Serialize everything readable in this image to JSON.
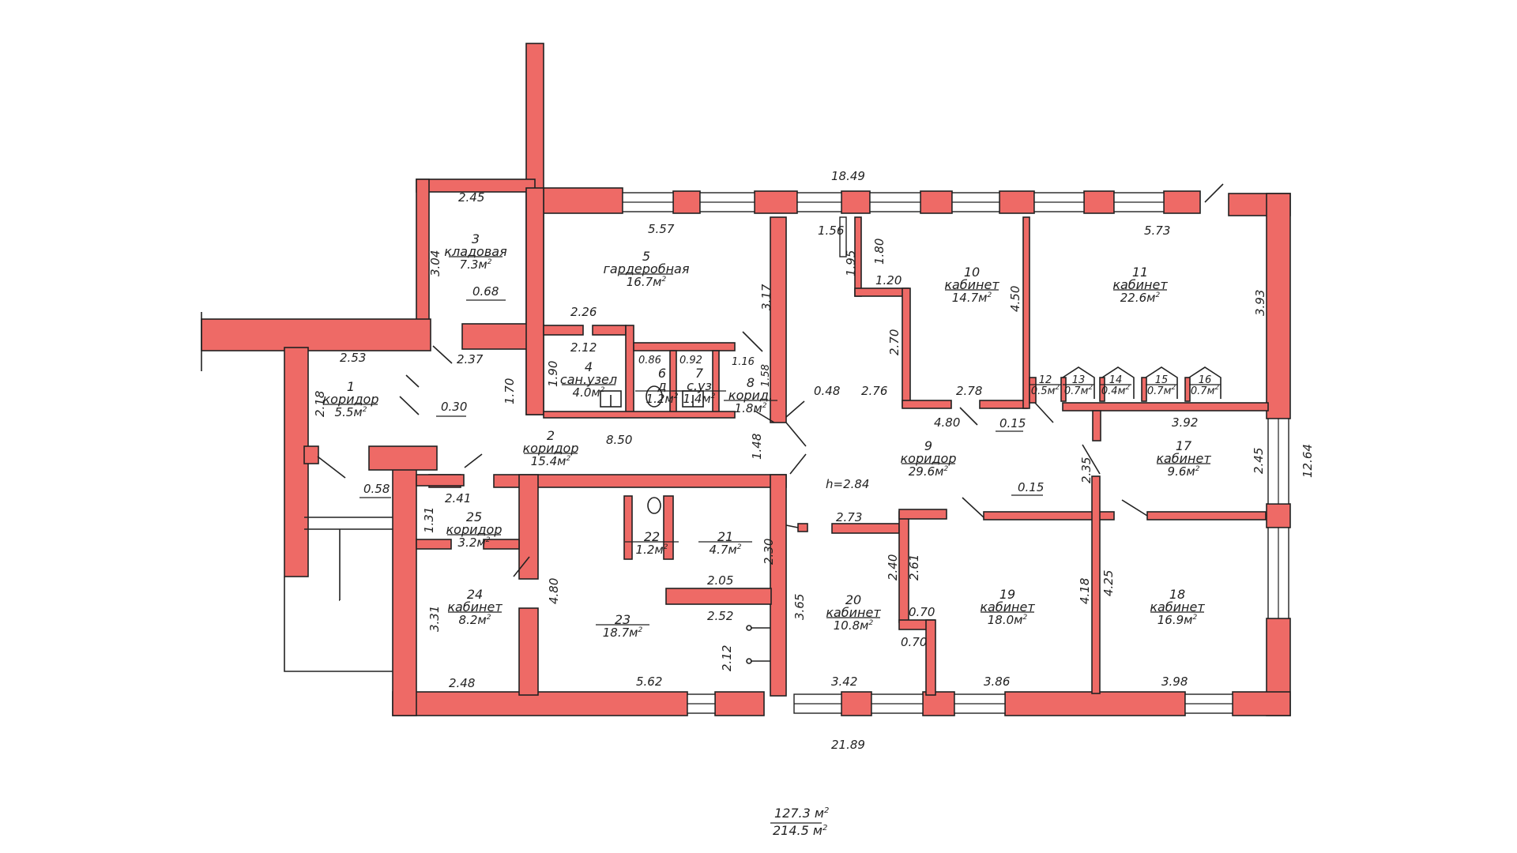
{
  "plan": {
    "dims": {
      "top_total": "18.49",
      "bottom_total": "21.89",
      "right_total": "12.64",
      "d_2_45": "2.45",
      "d_3_04": "3.04",
      "d_0_68": "0.68",
      "d_2_53": "2.53",
      "d_2_37": "2.37",
      "d_2_18": "2.18",
      "d_0_30": "0.30",
      "d_0_58": "0.58",
      "d_1_70": "1.70",
      "d_5_57": "5.57",
      "d_2_26": "2.26",
      "d_2_12a": "2.12",
      "d_1_90": "1.90",
      "d_0_86": "0.86",
      "d_0_92": "0.92",
      "d_1_16": "1.16",
      "d_1_58": "1.58",
      "d_3_17": "3.17",
      "d_8_50": "8.50",
      "d_1_48": "1.48",
      "d_0_48": "0.48",
      "d_1_56": "1.56",
      "d_1_80": "1.80",
      "d_1_95": "1.95",
      "d_1_20": "1.20",
      "d_2_70": "2.70",
      "d_2_76": "2.76",
      "d_2_78": "2.78",
      "d_4_80a": "4.80",
      "d_4_50": "4.50",
      "d_0_15a": "0.15",
      "d_5_73": "5.73",
      "d_3_93": "3.93",
      "d_3_92": "3.92",
      "d_2_35": "2.35",
      "d_0_15b": "0.15",
      "d_2_45b": "2.45",
      "h_label": "h=2.84",
      "d_2_73": "2.73",
      "d_2_41": "2.41",
      "d_1_31": "1.31",
      "d_4_80b": "4.80",
      "d_3_31": "3.31",
      "d_2_48": "2.48",
      "d_2_05": "2.05",
      "d_2_52": "2.52",
      "d_2_30": "2.30",
      "d_2_12b": "2.12",
      "d_5_62": "5.62",
      "d_3_65": "3.65",
      "d_2_40": "2.40",
      "d_2_61": "2.61",
      "d_0_70a": "0.70",
      "d_0_70b": "0.70",
      "d_3_42": "3.42",
      "d_3_86": "3.86",
      "d_4_18": "4.18",
      "d_4_25": "4.25",
      "d_3_98": "3.98"
    },
    "rooms": [
      {
        "num": "1",
        "name": "коридор",
        "area": "5.5"
      },
      {
        "num": "2",
        "name": "коридор",
        "area": "15.4"
      },
      {
        "num": "3",
        "name": "кладовая",
        "area": "7.3"
      },
      {
        "num": "4",
        "name": "сан.узел",
        "area": "4.0"
      },
      {
        "num": "5",
        "name": "гардеробная",
        "area": "16.7"
      },
      {
        "num": "6",
        "name": "д",
        "area": "1.2"
      },
      {
        "num": "7",
        "name": "с.уз",
        "area": "1.4"
      },
      {
        "num": "8",
        "name": "корид.",
        "area": "1.8"
      },
      {
        "num": "9",
        "name": "коридор",
        "area": "29.6"
      },
      {
        "num": "10",
        "name": "кабинет",
        "area": "14.7"
      },
      {
        "num": "11",
        "name": "кабинет",
        "area": "22.6"
      },
      {
        "num": "12",
        "name": "",
        "area": "0.5"
      },
      {
        "num": "13",
        "name": "",
        "area": "0.7"
      },
      {
        "num": "14",
        "name": "",
        "area": "0.4"
      },
      {
        "num": "15",
        "name": "",
        "area": "0.7"
      },
      {
        "num": "16",
        "name": "",
        "area": "0.7"
      },
      {
        "num": "17",
        "name": "кабинет",
        "area": "9.6"
      },
      {
        "num": "18",
        "name": "кабинет",
        "area": "16.9"
      },
      {
        "num": "19",
        "name": "кабинет",
        "area": "18.0"
      },
      {
        "num": "20",
        "name": "кабинет",
        "area": "10.8"
      },
      {
        "num": "21",
        "name": "",
        "area": "4.7"
      },
      {
        "num": "22",
        "name": "",
        "area": "1.2"
      },
      {
        "num": "23",
        "name": "",
        "area": "18.7"
      },
      {
        "num": "24",
        "name": "кабинет",
        "area": "8.2"
      },
      {
        "num": "25",
        "name": "коридор",
        "area": "3.2"
      }
    ],
    "area_unit": "м",
    "area_exp": "2",
    "totals": {
      "main": "127.3",
      "total": "214.5"
    }
  }
}
